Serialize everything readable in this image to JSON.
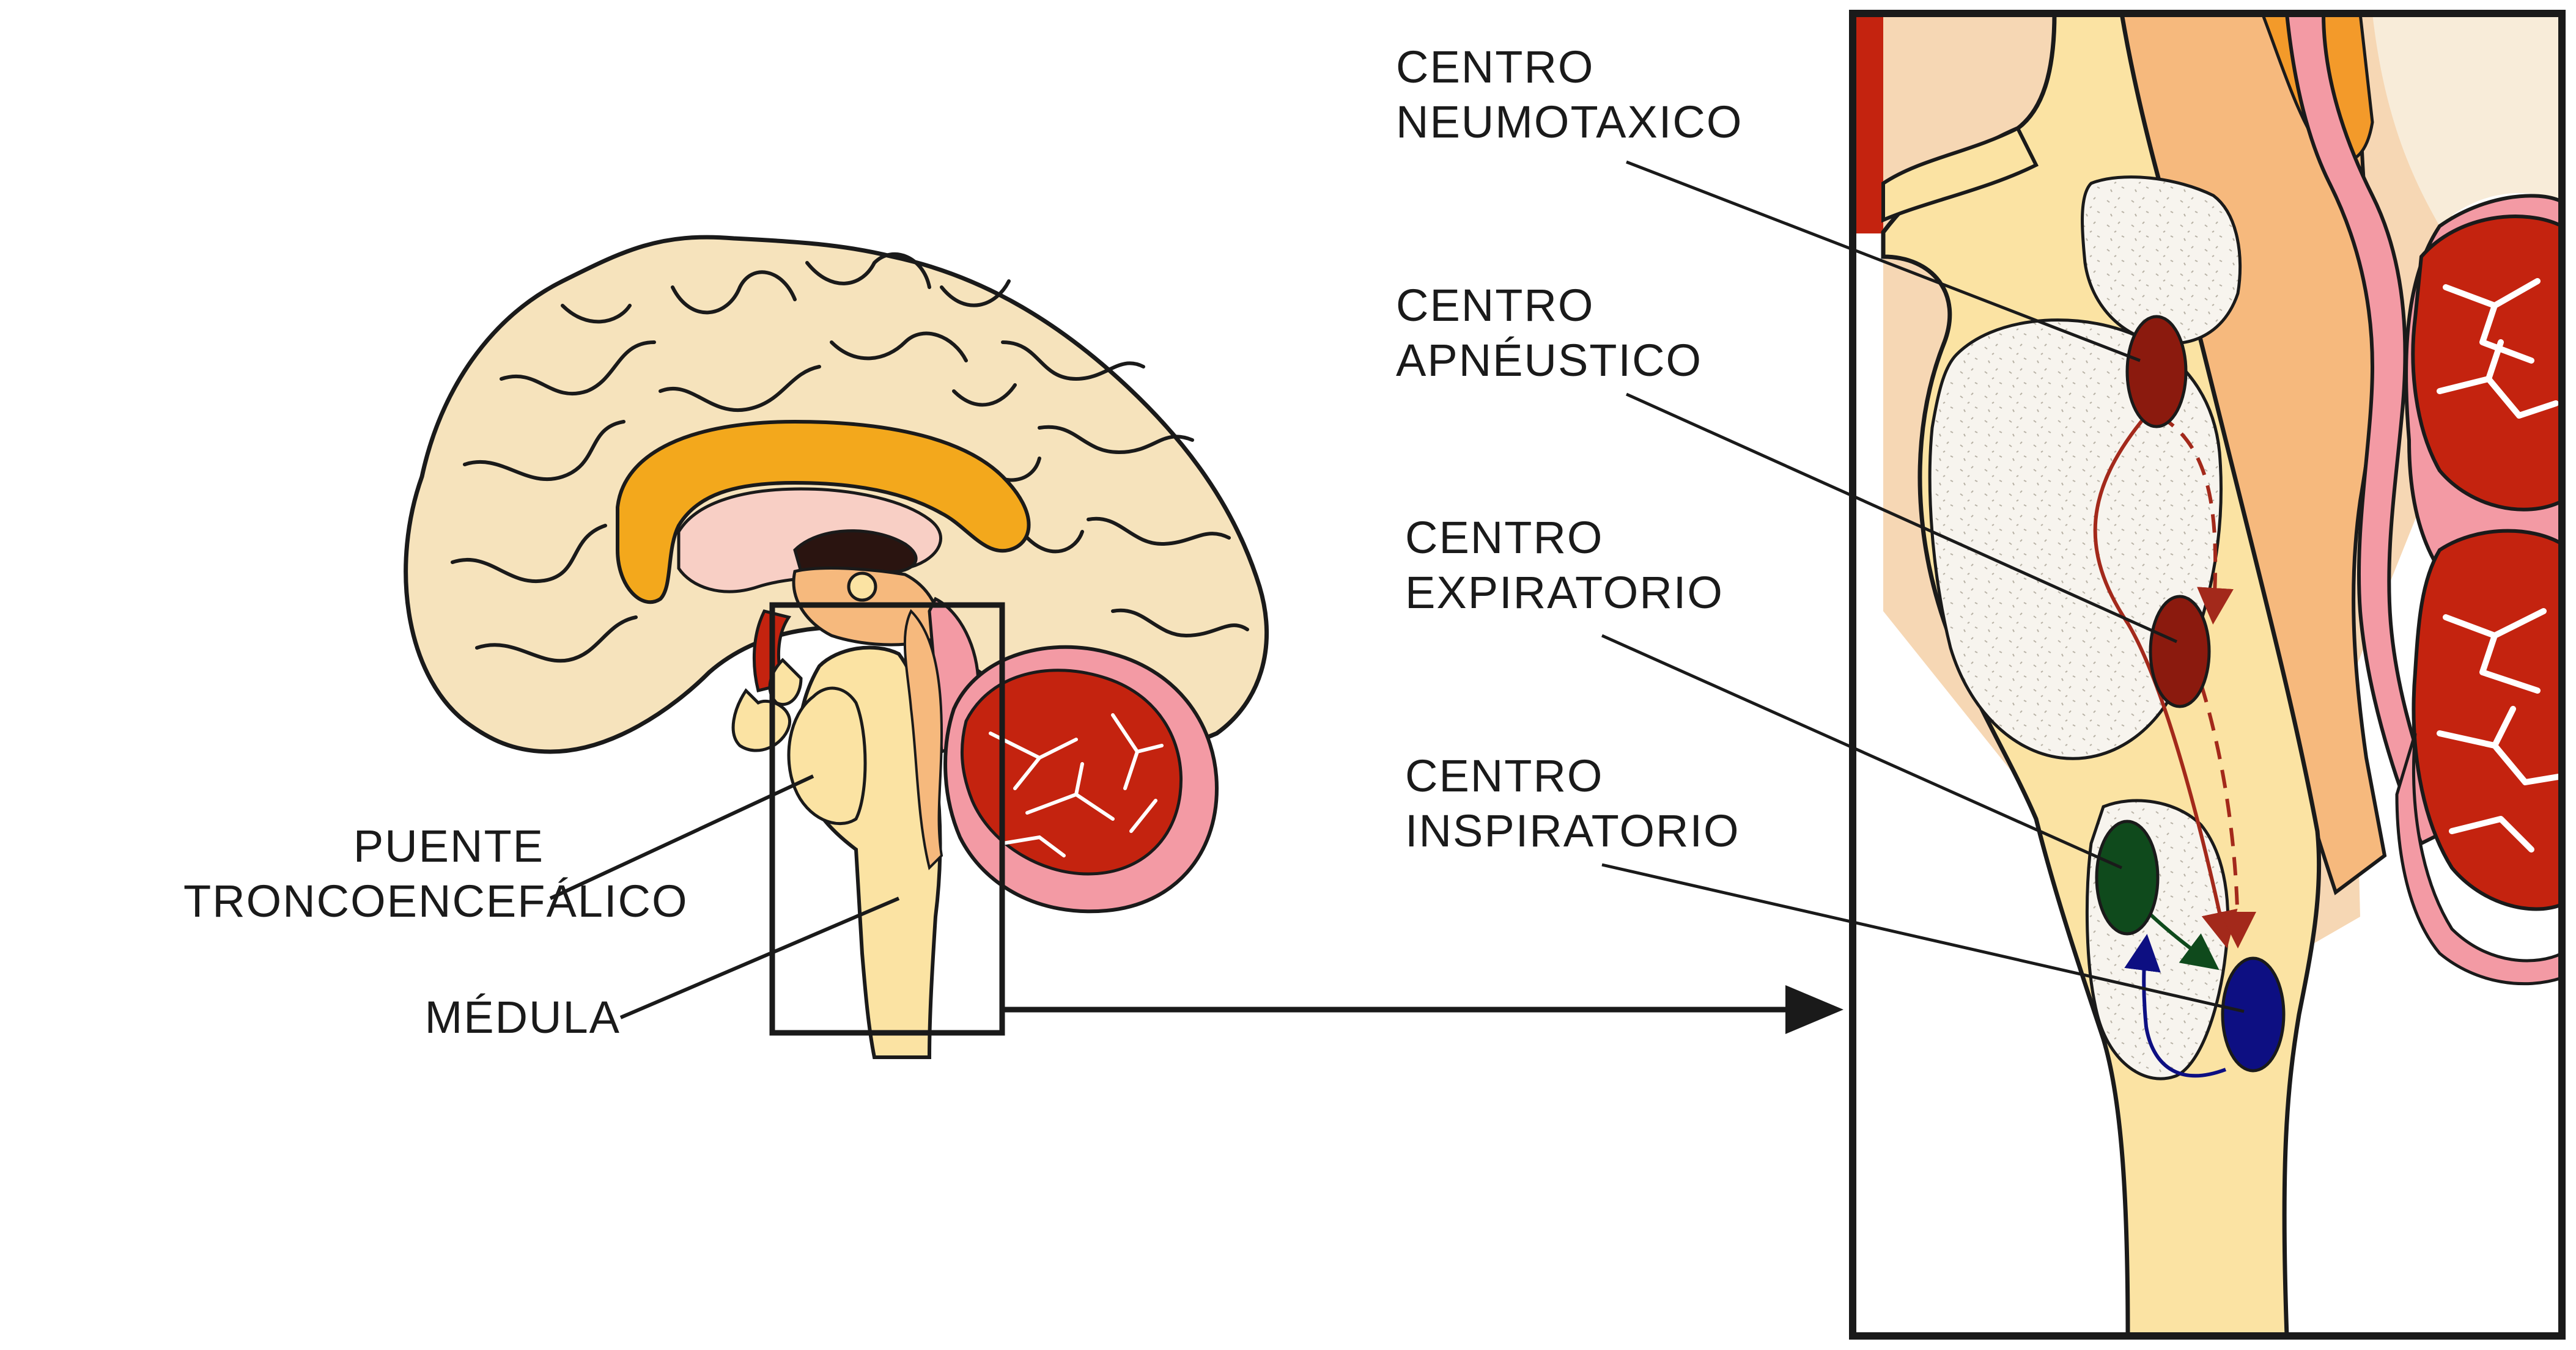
{
  "labels": {
    "pons_line1": "PUENTE",
    "pons_line2": "TRONCOENCEFÁLICO",
    "medulla": "MÉDULA",
    "pneumotaxic_line1": "CENTRO",
    "pneumotaxic_line2": "NEUMOTAXICO",
    "apneustic_line1": "CENTRO",
    "apneustic_line2": "APNÉUSTICO",
    "expiratory_line1": "CENTRO",
    "expiratory_line2": "EXPIRATORIO",
    "inspiratory_line1": "CENTRO",
    "inspiratory_line2": "INSPIRATORIO"
  },
  "colors": {
    "cortex": "#f6e3bc",
    "corpus_callosum": "#f3a81c",
    "brainstem": "#fbe3a3",
    "pons_orange": "#f6b97d",
    "pink": "#f39aa4",
    "cerebellum_red": "#c4230f",
    "pneumotaxic_center": "#8b1a0e",
    "apneustic_center": "#8b1a0e",
    "expiratory_center": "#0f4a1c",
    "inspiratory_center": "#0d0f82",
    "outline": "#1a1a1a"
  }
}
